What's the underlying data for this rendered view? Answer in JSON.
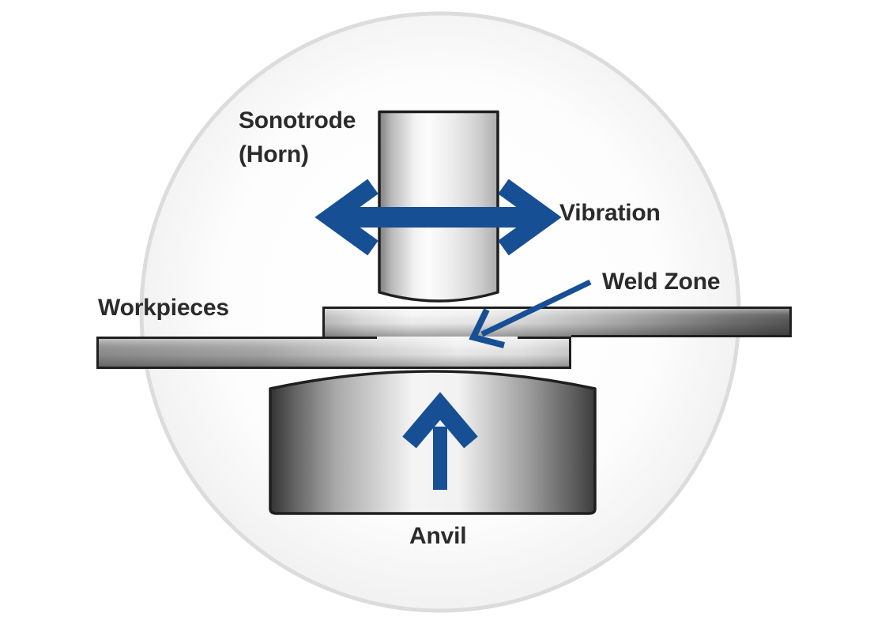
{
  "labels": {
    "sonotrode": "Sonotrode\n(Horn)",
    "vibration": "Vibration",
    "weld_zone": "Weld Zone",
    "workpieces": "Workpieces",
    "anvil": "Anvil"
  },
  "colors": {
    "arrow_blue": "#174f94",
    "outline_dark": "#1f1f1f",
    "label_text": "#2b2b2b",
    "circle_stroke": "#dcdcdc"
  }
}
